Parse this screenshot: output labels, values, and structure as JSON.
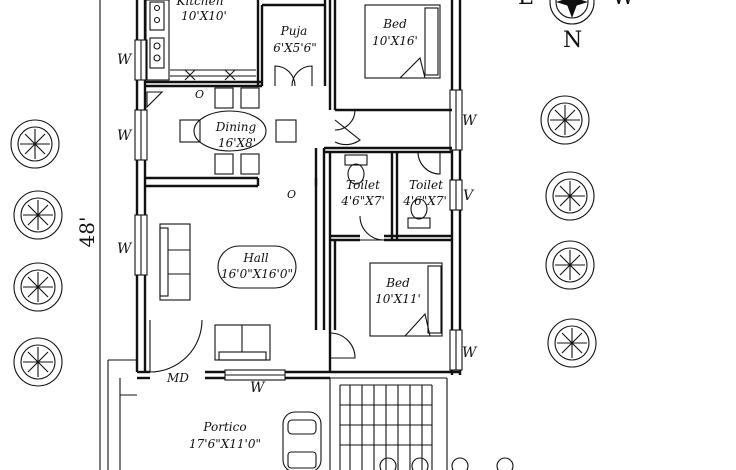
{
  "rooms": {
    "kitchen": {
      "name": "Kitchen",
      "size": "10'X10'"
    },
    "puja": {
      "name": "Puja",
      "size": "6'X5'6\""
    },
    "bed_top": {
      "name": "Bed",
      "size": "10'X16'"
    },
    "dining": {
      "name": "Dining",
      "size": "16'X8'"
    },
    "toilet_1": {
      "name": "Toilet",
      "size": "4'6\"X7'"
    },
    "toilet_2": {
      "name": "Toilet",
      "size": "4'6\"X7'"
    },
    "hall": {
      "name": "Hall",
      "size": "16'0\"X16'0\""
    },
    "bed_bottom": {
      "name": "Bed",
      "size": "10'X11'"
    },
    "portico": {
      "name": "Portico",
      "size": "17'6\"X11'0\""
    }
  },
  "markers": {
    "window": "W",
    "ventilator": "V",
    "opening": "O",
    "main_door": "MD"
  },
  "dimension": {
    "depth": "48'"
  },
  "compass": {
    "east": "E",
    "west": "W",
    "north": "N"
  }
}
